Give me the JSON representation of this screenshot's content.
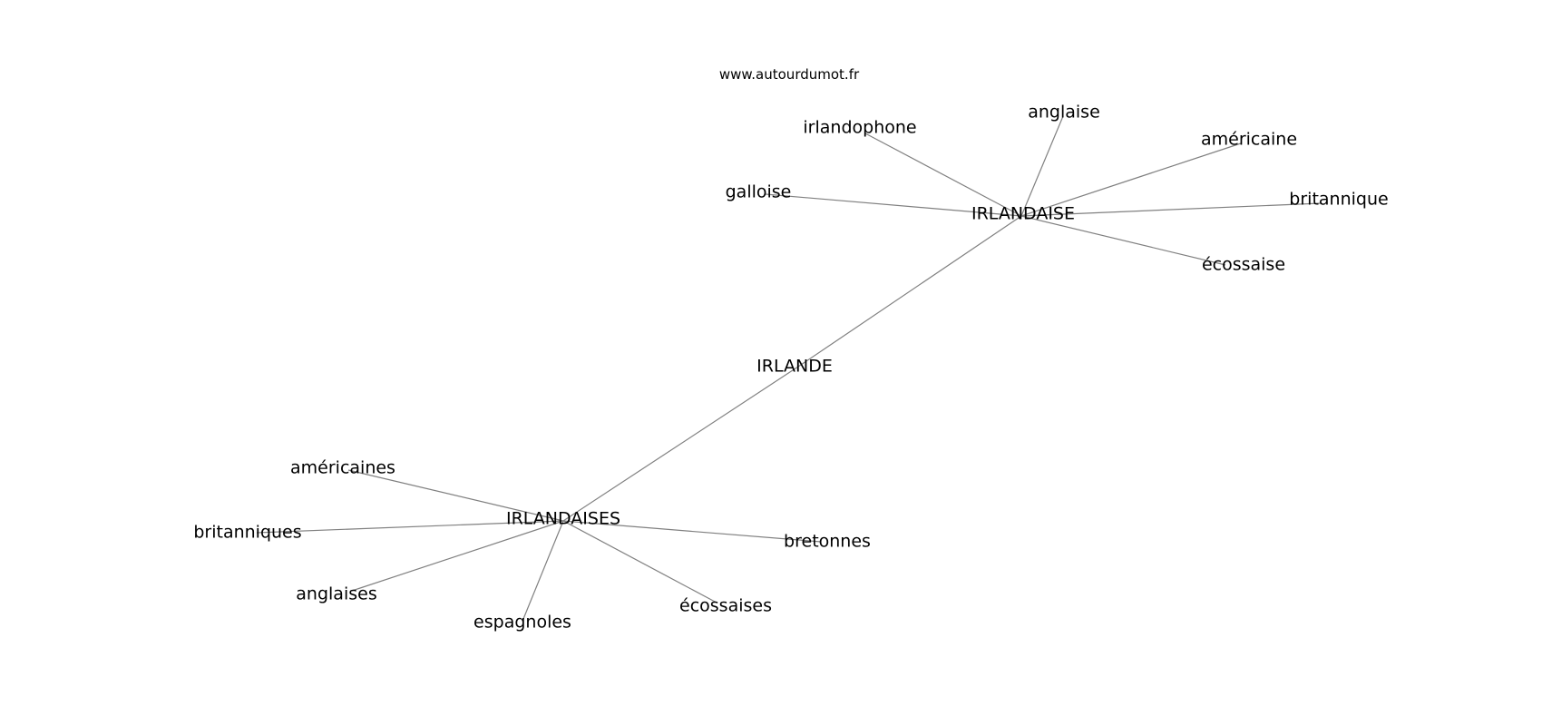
{
  "watermark": "www.autourdumot.fr",
  "edge_color": "#808080",
  "text_color": "#000000",
  "graph": {
    "nodes": [
      {
        "id": "irlande",
        "label": "IRLANDE"
      },
      {
        "id": "irlandaise",
        "label": "IRLANDAISE"
      },
      {
        "id": "irlandaises",
        "label": "IRLANDAISES"
      },
      {
        "id": "irlandophone",
        "label": "irlandophone"
      },
      {
        "id": "anglaise",
        "label": "anglaise"
      },
      {
        "id": "americaine",
        "label": "américaine"
      },
      {
        "id": "galloise",
        "label": "galloise"
      },
      {
        "id": "britannique",
        "label": "britannique"
      },
      {
        "id": "ecossaise",
        "label": "écossaise"
      },
      {
        "id": "americaines",
        "label": "américaines"
      },
      {
        "id": "britanniques",
        "label": "britanniques"
      },
      {
        "id": "anglaises",
        "label": "anglaises"
      },
      {
        "id": "espagnoles",
        "label": "espagnoles"
      },
      {
        "id": "ecossaises",
        "label": "écossaises"
      },
      {
        "id": "bretonnes",
        "label": "bretonnes"
      }
    ],
    "edges": [
      [
        "irlande",
        "irlandaise"
      ],
      [
        "irlande",
        "irlandaises"
      ],
      [
        "irlandaise",
        "irlandophone"
      ],
      [
        "irlandaise",
        "anglaise"
      ],
      [
        "irlandaise",
        "americaine"
      ],
      [
        "irlandaise",
        "galloise"
      ],
      [
        "irlandaise",
        "britannique"
      ],
      [
        "irlandaise",
        "ecossaise"
      ],
      [
        "irlandaises",
        "americaines"
      ],
      [
        "irlandaises",
        "britanniques"
      ],
      [
        "irlandaises",
        "anglaises"
      ],
      [
        "irlandaises",
        "espagnoles"
      ],
      [
        "irlandaises",
        "ecossaises"
      ],
      [
        "irlandaises",
        "bretonnes"
      ]
    ]
  }
}
